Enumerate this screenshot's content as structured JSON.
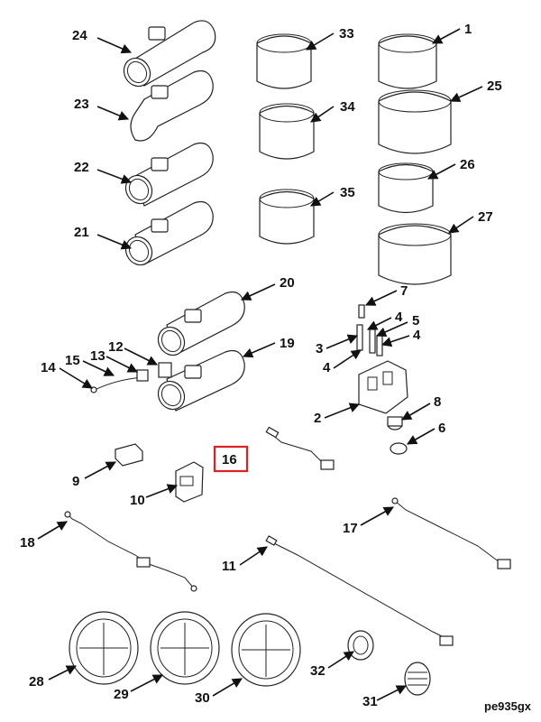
{
  "diagram": {
    "code": "pe935gx",
    "highlighted": "16",
    "highlight_color": "#e02020",
    "callouts": [
      "1",
      "2",
      "3",
      "4",
      "4",
      "4",
      "5",
      "6",
      "7",
      "8",
      "9",
      "10",
      "11",
      "12",
      "13",
      "14",
      "15",
      "16",
      "17",
      "18",
      "19",
      "20",
      "21",
      "22",
      "23",
      "24",
      "25",
      "26",
      "27",
      "28",
      "29",
      "30",
      "31",
      "32",
      "33",
      "34",
      "35"
    ]
  }
}
